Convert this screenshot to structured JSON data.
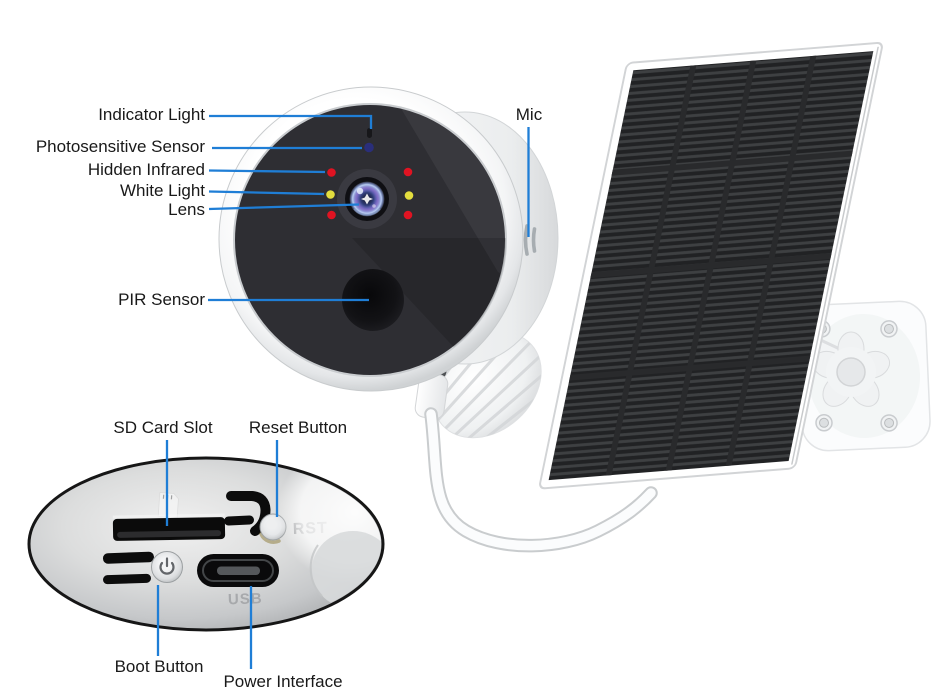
{
  "camera_callouts": {
    "indicator_light": "Indicator Light",
    "photosensitive_sensor": "Photosensitive Sensor",
    "hidden_infrared": "Hidden Infrared",
    "white_light": "White Light",
    "lens": "Lens",
    "mic": "Mic",
    "pir_sensor": "PIR Sensor"
  },
  "bottom_callouts": {
    "sd_card_slot": "SD Card Slot",
    "reset_button": "Reset Button",
    "boot_button": "Boot Button",
    "power_interface": "Power Interface"
  },
  "engravings": {
    "reset": "RST",
    "usb": "USB"
  },
  "colors": {
    "callout_line": "#1f7ed6",
    "infrared_led": "#e01322",
    "white_light_led": "#e3dd3e",
    "photosensitive_dot": "#2a2e7a"
  }
}
